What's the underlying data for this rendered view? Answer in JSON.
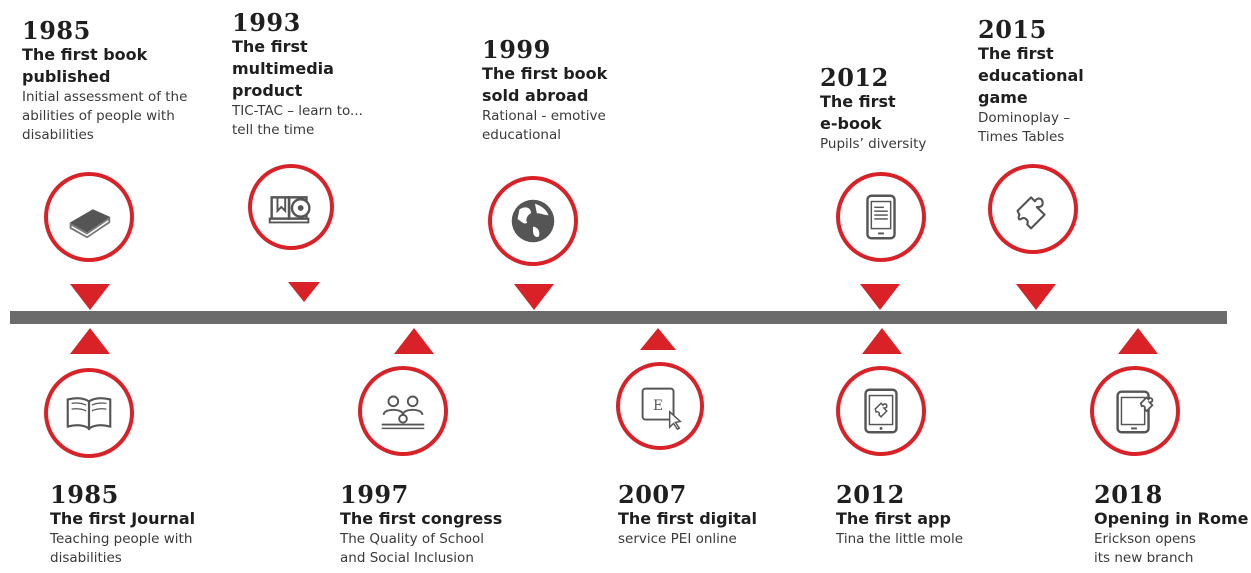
{
  "colors": {
    "accent": "#d92228",
    "bar": "#6b6b6b",
    "icon": "#555555"
  },
  "events_top": [
    {
      "year": "1985",
      "title_lines": [
        "The first book",
        "published"
      ],
      "desc_lines": [
        "Initial assessment of the",
        "abilities of people with",
        "disabilities"
      ],
      "icon": "book-icon"
    },
    {
      "year": "1993",
      "title_lines": [
        "The first",
        "multimedia",
        "product"
      ],
      "desc_lines": [
        "TIC-TAC – learn to...",
        "tell the time"
      ],
      "icon": "multimedia-book-disc-icon"
    },
    {
      "year": "1999",
      "title_lines": [
        "The first book",
        "sold abroad"
      ],
      "desc_lines": [
        "Rational - emotive",
        "educational"
      ],
      "icon": "globe-icon"
    },
    {
      "year": "2012",
      "title_lines": [
        "The first",
        "e-book"
      ],
      "desc_lines": [
        "Pupils’ diversity"
      ],
      "icon": "ebook-reader-icon"
    },
    {
      "year": "2015",
      "title_lines": [
        "The first",
        "educational",
        "game"
      ],
      "desc_lines": [
        "Dominoplay –",
        "Times Tables"
      ],
      "icon": "puzzle-piece-icon"
    }
  ],
  "events_bottom": [
    {
      "year": "1985",
      "title_lines": [
        "The first Journal"
      ],
      "desc_lines": [
        "Teaching people with",
        "disabilities"
      ],
      "icon": "open-book-icon"
    },
    {
      "year": "1997",
      "title_lines": [
        "The first congress"
      ],
      "desc_lines": [
        "The Quality of School",
        "and Social Inclusion"
      ],
      "icon": "congress-people-icon"
    },
    {
      "year": "2007",
      "title_lines": [
        "The first digital"
      ],
      "desc_lines": [
        "service PEI online"
      ],
      "icon": "digital-service-icon"
    },
    {
      "year": "2012",
      "title_lines": [
        "The first app"
      ],
      "desc_lines": [
        "Tina the little mole"
      ],
      "icon": "tablet-app-icon"
    },
    {
      "year": "2018",
      "title_lines": [
        "Opening in Rome"
      ],
      "desc_lines": [
        "Erickson opens",
        "its new branch"
      ],
      "icon": "tablet-puzzle-icon"
    }
  ]
}
